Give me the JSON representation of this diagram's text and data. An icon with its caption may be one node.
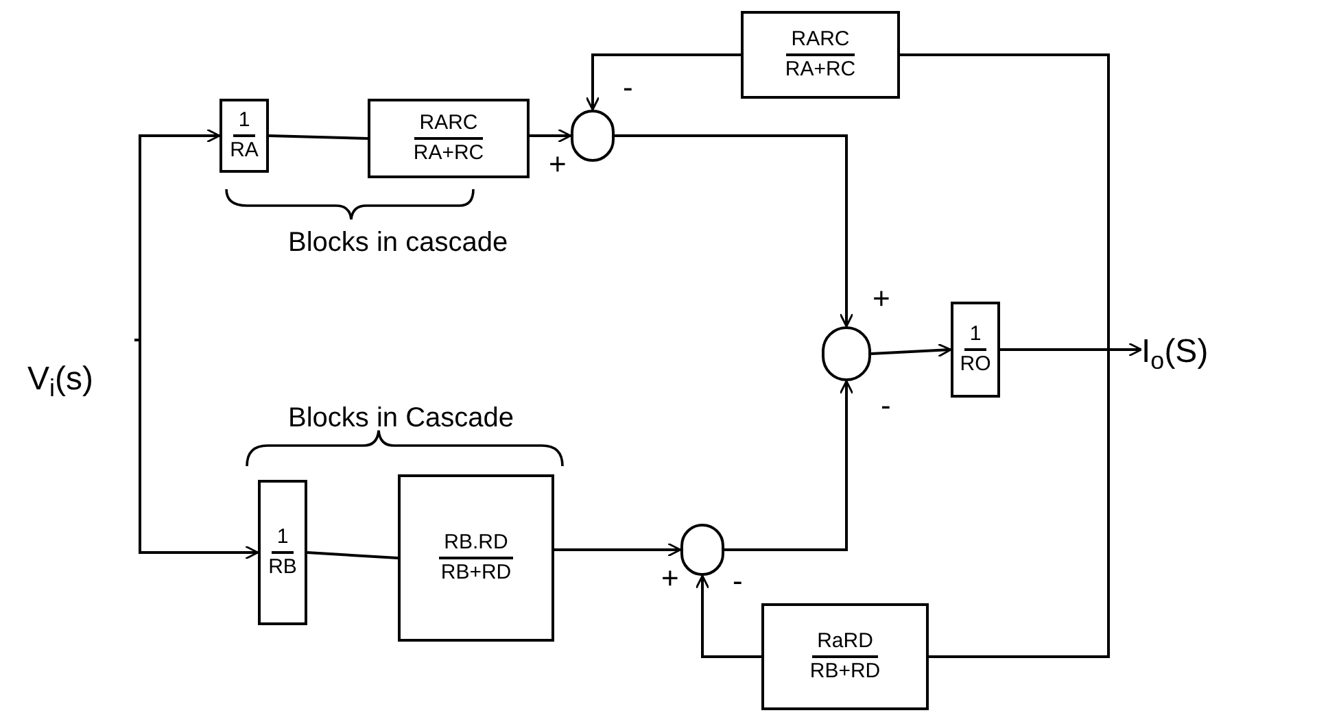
{
  "diagram": {
    "nodes": [
      {
        "text": [
          "V$_{i}$(s)"
        ]
      },
      {
        "text": [
          "1",
          "RA"
        ]
      },
      {
        "text": [
          "RARC",
          "RA+RC"
        ]
      },
      {
        "text": [],
        "shape": "circle"
      },
      {
        "text": [
          "RARC",
          "RA+RC"
        ]
      },
      {
        "text": [],
        "shape": "circle"
      },
      {
        "text": [
          "1",
          "RO"
        ]
      },
      {
        "text": [
          "I$_{o}$(S)"
        ]
      },
      {
        "text": [
          "1",
          "RB"
        ]
      },
      {
        "text": [
          "RB.RD",
          "RB+RD"
        ]
      },
      {
        "text": [],
        "shape": "circle"
      },
      {
        "text": [
          "RaRD",
          "RB+RD"
        ]
      }
    ],
    "edges": [
      {
        "from": 0,
        "to": 1,
        "arrow": "to"
      },
      {
        "from": 0,
        "to": 8,
        "arrow": "to"
      },
      {
        "from": 1,
        "to": 2,
        "arrow": "none"
      },
      {
        "from": 2,
        "to": 3,
        "arrow": "to",
        "label": "+"
      },
      {
        "from": 6,
        "to": 4,
        "arrow": "none"
      },
      {
        "from": 4,
        "to": 3,
        "arrow": "to",
        "label": "-"
      },
      {
        "from": 3,
        "to": 5,
        "arrow": "to",
        "label": "+"
      },
      {
        "from": 5,
        "to": 6,
        "arrow": "to"
      },
      {
        "from": 6,
        "to": 7,
        "arrow": "to"
      },
      {
        "from": 8,
        "to": 9,
        "arrow": "none"
      },
      {
        "from": 9,
        "to": 10,
        "arrow": "to",
        "label": "+"
      },
      {
        "from": 6,
        "to": 11,
        "arrow": "none"
      },
      {
        "from": 11,
        "to": 10,
        "arrow": "to",
        "label": "-"
      },
      {
        "from": 10,
        "to": 5,
        "arrow": "to",
        "label": "-"
      }
    ],
    "labels": [
      "Blocks in cascade",
      "Blocks in Cascade"
    ]
  }
}
